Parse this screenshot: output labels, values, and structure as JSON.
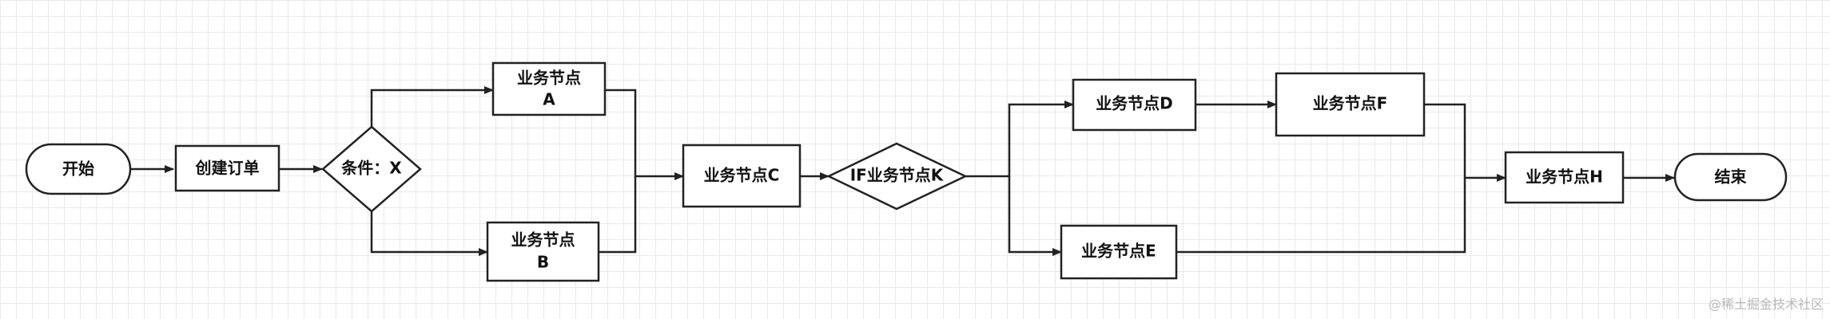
{
  "diagram": {
    "type": "flowchart",
    "nodes": {
      "start": "开始",
      "create_order": "创建订单",
      "condition_x": "条件：X",
      "node_a_line1": "业务节点",
      "node_a_line2": "A",
      "node_b_line1": "业务节点",
      "node_b_line2": "B",
      "node_c": "业务节点C",
      "if_k": "IF业务节点K",
      "node_d": "业务节点D",
      "node_e": "业务节点E",
      "node_f": "业务节点F",
      "node_h": "业务节点H",
      "end": "结束"
    },
    "edges": [
      {
        "from": "开始",
        "to": "创建订单"
      },
      {
        "from": "创建订单",
        "to": "条件：X"
      },
      {
        "from": "条件：X",
        "to": "业务节点A"
      },
      {
        "from": "条件：X",
        "to": "业务节点B"
      },
      {
        "from": "业务节点A",
        "to": "业务节点C"
      },
      {
        "from": "业务节点B",
        "to": "业务节点C"
      },
      {
        "from": "业务节点C",
        "to": "IF业务节点K"
      },
      {
        "from": "IF业务节点K",
        "to": "业务节点D"
      },
      {
        "from": "IF业务节点K",
        "to": "业务节点E"
      },
      {
        "from": "业务节点D",
        "to": "业务节点F"
      },
      {
        "from": "业务节点F",
        "to": "业务节点H"
      },
      {
        "from": "业务节点E",
        "to": "业务节点H"
      },
      {
        "from": "业务节点H",
        "to": "结束"
      }
    ]
  },
  "watermark": "@稀土掘金技术社区",
  "colors": {
    "stroke": "#222222",
    "grid": "#e9e9e9",
    "background": "#ffffff"
  }
}
